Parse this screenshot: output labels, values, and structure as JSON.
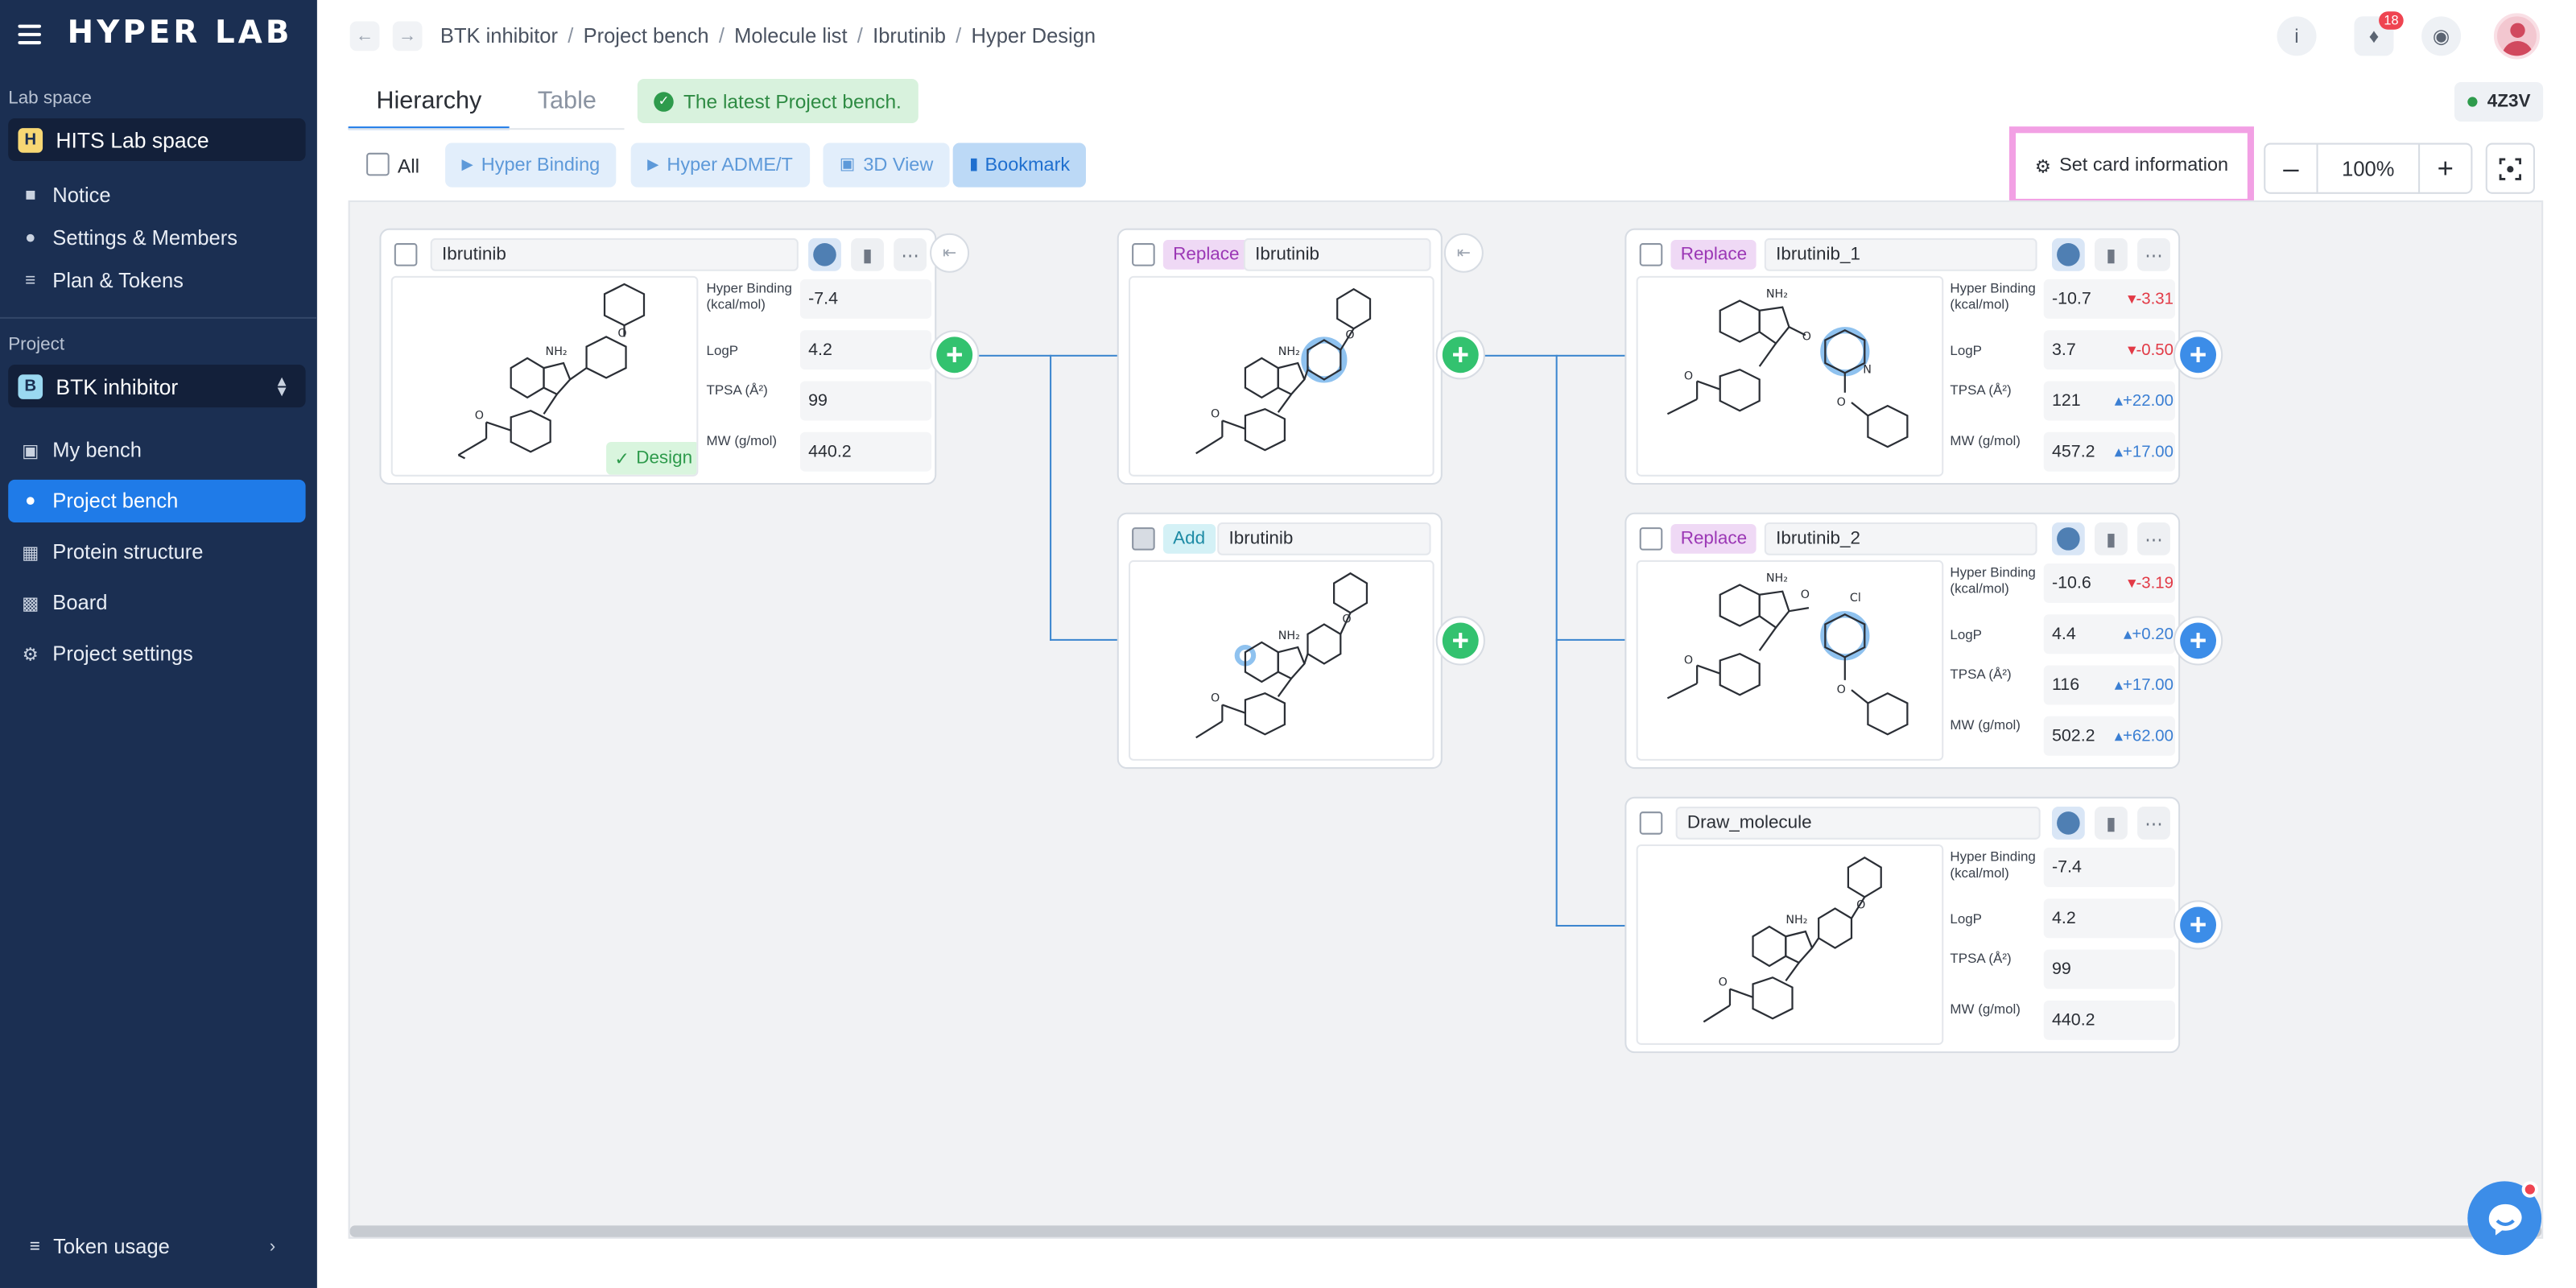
{
  "app": {
    "logo": "HYPER LAB"
  },
  "sidebar": {
    "lab_space_label": "Lab space",
    "lab_space": {
      "badge": "H",
      "name": "HITS Lab space"
    },
    "items_top": [
      {
        "label": "Notice",
        "icon": "notice-icon"
      },
      {
        "label": "Settings & Members",
        "icon": "members-icon"
      },
      {
        "label": "Plan & Tokens",
        "icon": "database-icon"
      }
    ],
    "project_label": "Project",
    "project": {
      "badge": "B",
      "name": "BTK inhibitor"
    },
    "items_project": [
      {
        "label": "My bench",
        "icon": "clipboard-icon",
        "active": false
      },
      {
        "label": "Project bench",
        "icon": "people-icon",
        "active": true
      },
      {
        "label": "Protein structure",
        "icon": "grid-icon",
        "active": false
      },
      {
        "label": "Board",
        "icon": "chat-icon",
        "active": false
      },
      {
        "label": "Project settings",
        "icon": "gear-icon",
        "active": false
      }
    ],
    "token_usage": "Token usage"
  },
  "breadcrumb": [
    "BTK inhibitor",
    "Project bench",
    "Molecule list",
    "Ibrutinib",
    "Hyper Design"
  ],
  "notifications_count": "18",
  "tabs": [
    {
      "label": "Hierarchy",
      "active": true
    },
    {
      "label": "Table",
      "active": false
    }
  ],
  "status_banner": "The latest Project bench.",
  "structure_code": "4Z3V",
  "toolbar": {
    "all_label": "All",
    "hyper_binding": "Hyper Binding",
    "hyper_admet": "Hyper ADME/T",
    "view_3d": "3D View",
    "bookmark": "Bookmark",
    "set_card_info": "Set card information",
    "zoom": "100%"
  },
  "cards": [
    {
      "id": "c1",
      "tag": "",
      "name": "Ibrutinib",
      "design_badge": "Design",
      "props": [
        {
          "label": "Hyper Binding (kcal/mol)",
          "value": "-7.4",
          "delta": "",
          "dir": ""
        },
        {
          "label": "LogP",
          "value": "4.2",
          "delta": "",
          "dir": ""
        },
        {
          "label": "TPSA (Å²)",
          "value": "99",
          "delta": "",
          "dir": ""
        },
        {
          "label": "MW (g/mol)",
          "value": "440.2",
          "delta": "",
          "dir": ""
        }
      ]
    },
    {
      "id": "c2",
      "tag": "Replace",
      "name": "Ibrutinib"
    },
    {
      "id": "c3",
      "tag": "Add",
      "name": "Ibrutinib"
    },
    {
      "id": "c4",
      "tag": "Replace",
      "name": "Ibrutinib_1",
      "props": [
        {
          "label": "Hyper Binding (kcal/mol)",
          "value": "-10.7",
          "delta": "-3.31",
          "dir": "dn"
        },
        {
          "label": "LogP",
          "value": "3.7",
          "delta": "-0.50",
          "dir": "dn"
        },
        {
          "label": "TPSA (Å²)",
          "value": "121",
          "delta": "+22.00",
          "dir": "up"
        },
        {
          "label": "MW (g/mol)",
          "value": "457.2",
          "delta": "+17.00",
          "dir": "up"
        }
      ]
    },
    {
      "id": "c5",
      "tag": "Replace",
      "name": "Ibrutinib_2",
      "props": [
        {
          "label": "Hyper Binding (kcal/mol)",
          "value": "-10.6",
          "delta": "-3.19",
          "dir": "dn"
        },
        {
          "label": "LogP",
          "value": "4.4",
          "delta": "+0.20",
          "dir": "up"
        },
        {
          "label": "TPSA (Å²)",
          "value": "116",
          "delta": "+17.00",
          "dir": "up"
        },
        {
          "label": "MW (g/mol)",
          "value": "502.2",
          "delta": "+62.00",
          "dir": "up"
        }
      ]
    },
    {
      "id": "c6",
      "tag": "",
      "name": "Draw_molecule",
      "props": [
        {
          "label": "Hyper Binding (kcal/mol)",
          "value": "-7.4",
          "delta": "",
          "dir": ""
        },
        {
          "label": "LogP",
          "value": "4.2",
          "delta": "",
          "dir": ""
        },
        {
          "label": "TPSA (Å²)",
          "value": "99",
          "delta": "",
          "dir": ""
        },
        {
          "label": "MW (g/mol)",
          "value": "440.2",
          "delta": "",
          "dir": ""
        }
      ]
    }
  ],
  "atom_labels": {
    "nh2": "NH₂",
    "n": "N",
    "o": "O",
    "cl": "Cl"
  },
  "colors": {
    "sidebar": "#1b2f52",
    "accent": "#1f7be8",
    "replace_tag": "#9b37b5",
    "add_tag": "#1d8ba5",
    "highlight": "#f2a0e4",
    "delta_down": "#e23a46",
    "delta_up": "#3b7fd3"
  }
}
